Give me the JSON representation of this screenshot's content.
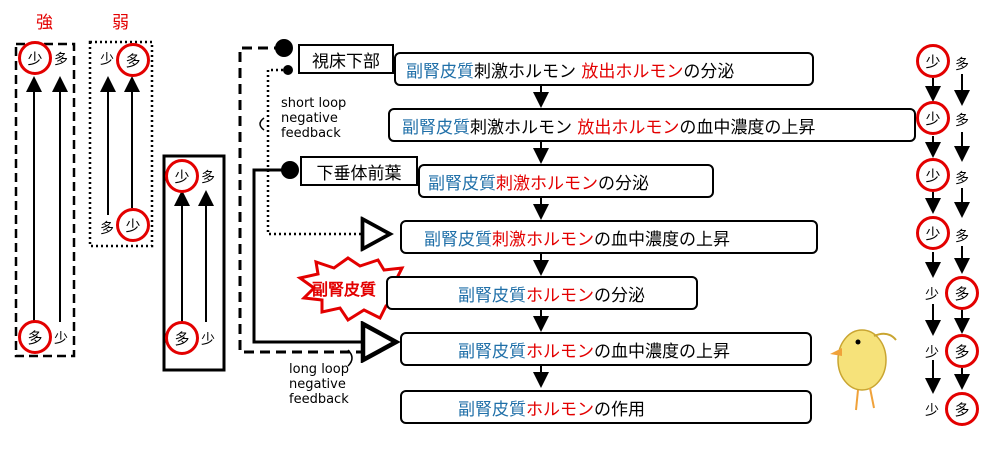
{
  "colors": {
    "accent_red": "#e30000",
    "text_blue": "#1f6fa8"
  },
  "headers": {
    "strong": "強",
    "weak": "弱"
  },
  "words": {
    "few": "少",
    "many": "多"
  },
  "loop_labels": {
    "short": [
      "short loop",
      "negative",
      "feedback"
    ],
    "long": [
      "long loop",
      "negative",
      "feedback"
    ]
  },
  "tags": {
    "hypothalamus": "視床下部",
    "pituitary": "下垂体前葉",
    "adrenal_cortex": "副腎皮質"
  },
  "steps": [
    {
      "blue": "副腎皮質",
      "black": "刺激ホルモン",
      "red": "放出ホルモン",
      "tail": "の分泌"
    },
    {
      "blue": "副腎皮質",
      "black": "刺激ホルモン",
      "red": "放出ホルモン",
      "tail": "の血中濃度の上昇"
    },
    {
      "blue": "副腎皮質",
      "black": "",
      "red": "刺激ホルモン",
      "tail": "の分泌"
    },
    {
      "blue": "副腎皮質",
      "black": "",
      "red": "刺激ホルモン",
      "tail": "の血中濃度の上昇"
    },
    {
      "blue": "副腎皮質",
      "black": "",
      "red": "ホルモン",
      "tail": "の分泌"
    },
    {
      "blue": "副腎皮質",
      "black": "",
      "red": "ホルモン",
      "tail": "の血中濃度の上昇"
    },
    {
      "blue": "副腎皮質",
      "black": "",
      "red": "ホルモン",
      "tail": "の作用"
    }
  ],
  "illustration": "chick-icon"
}
